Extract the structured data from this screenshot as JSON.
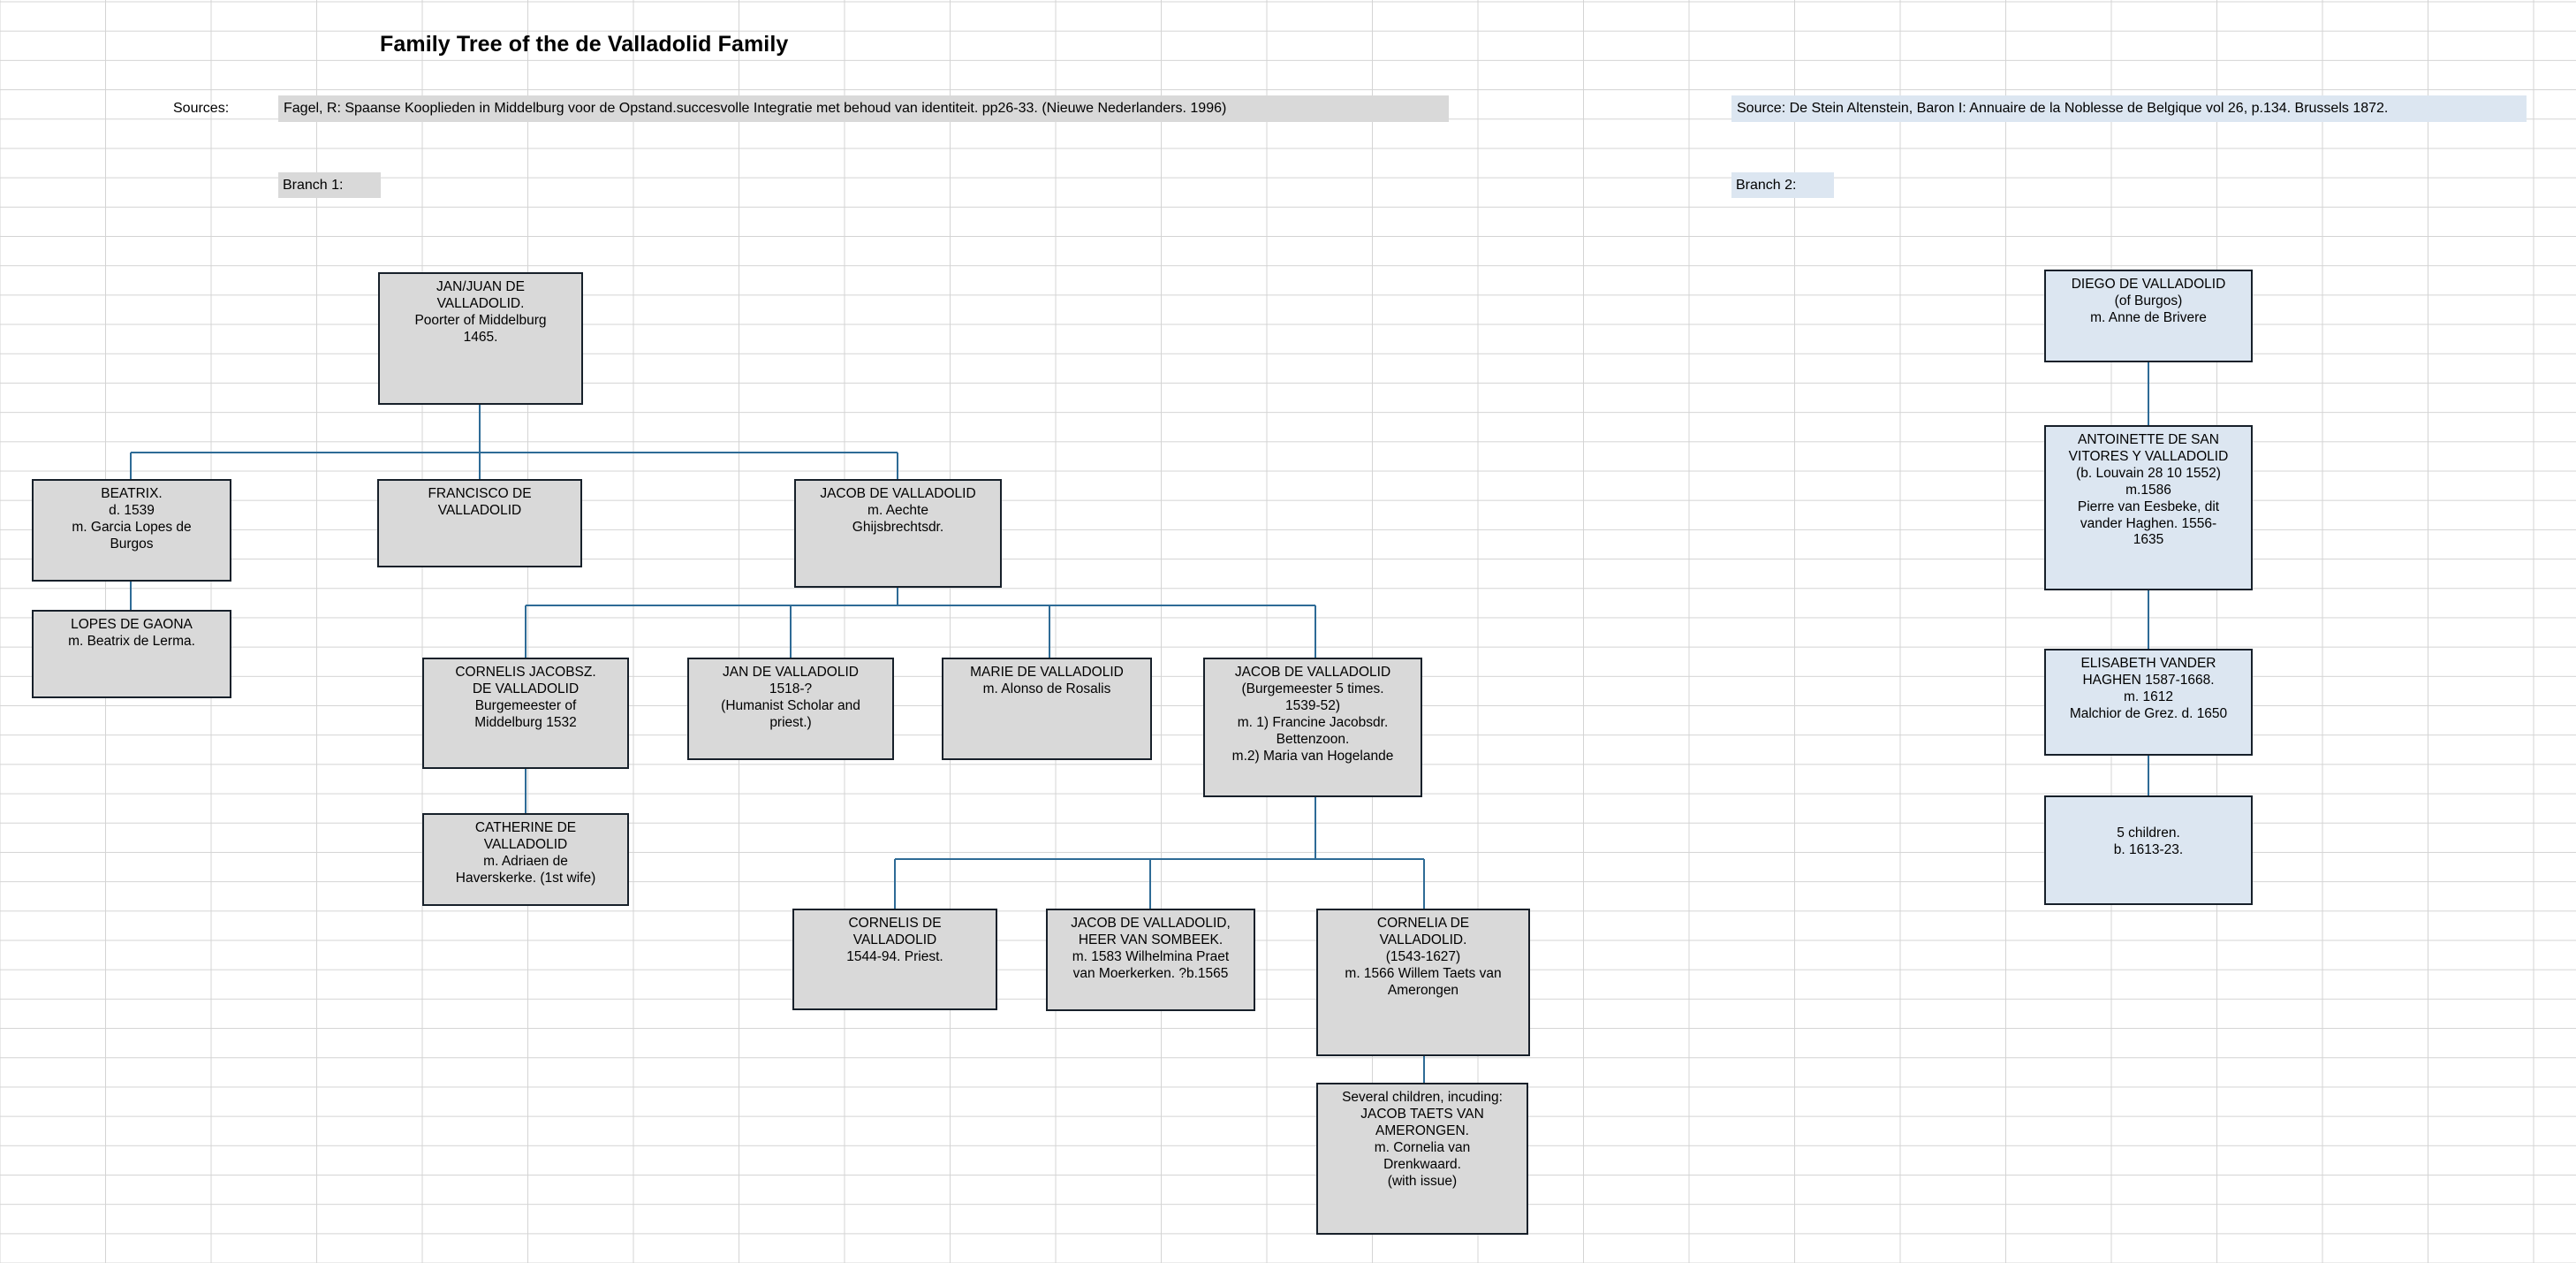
{
  "page": {
    "title": "Family Tree of the de Valladolid Family",
    "sources_label": "Sources:",
    "source_left": "Fagel, R: Spaanse Kooplieden in Middelburg voor de Opstand.succesvolle Integratie met behoud van identiteit. pp26-33. (Nieuwe Nederlanders. 1996)",
    "source_right": "Source: De Stein Altenstein, Baron I: Annuaire de la Noblesse de Belgique vol 26, p.134. Brussels 1872.",
    "branch1_label": "Branch 1:",
    "branch2_label": "Branch 2:"
  },
  "colors": {
    "branch1_fill": "#d9d9d9",
    "branch2_fill": "#dce6f1",
    "box_border": "#17202a",
    "connector": "#2e6b96",
    "gridline": "#d4d4d4"
  },
  "branch1": {
    "nodes": [
      {
        "id": "jan-juan-de-valladolid",
        "lines": [
          "JAN/JUAN DE",
          "VALLADOLID.",
          "Poorter of Middelburg",
          "1465."
        ]
      },
      {
        "id": "beatrix",
        "lines": [
          "BEATRIX.",
          "d. 1539",
          "m. Garcia Lopes de",
          "Burgos"
        ]
      },
      {
        "id": "lopes-de-gaona",
        "lines": [
          "LOPES DE GAONA",
          "m. Beatrix de Lerma."
        ]
      },
      {
        "id": "francisco-de-valladolid",
        "lines": [
          "FRANCISCO DE",
          "VALLADOLID"
        ]
      },
      {
        "id": "jacob-de-valladolid",
        "lines": [
          "JACOB DE VALLADOLID",
          "m. Aechte",
          "Ghijsbrechtsdr."
        ]
      },
      {
        "id": "cornelis-jacobsz-de-valladolid",
        "lines": [
          "CORNELIS JACOBSZ.",
          "DE VALLADOLID",
          "Burgemeester of",
          "Middelburg 1532"
        ]
      },
      {
        "id": "catherine-de-valladolid",
        "lines": [
          "CATHERINE DE",
          "VALLADOLID",
          "m. Adriaen de",
          "Haverskerke. (1st wife)"
        ]
      },
      {
        "id": "jan-de-valladolid",
        "lines": [
          "JAN DE VALLADOLID",
          "1518-?",
          "(Humanist Scholar and",
          "priest.)"
        ]
      },
      {
        "id": "marie-de-valladolid",
        "lines": [
          "MARIE DE  VALLADOLID",
          "m. Alonso de Rosalis"
        ]
      },
      {
        "id": "jacob-de-valladolid-burgemeester",
        "lines": [
          "JACOB DE VALLADOLID",
          "(Burgemeester 5 times.",
          "1539-52)",
          "m. 1) Francine Jacobsdr.",
          "Bettenzoon.",
          "m.2) Maria van Hogelande"
        ]
      },
      {
        "id": "cornelis-de-valladolid",
        "lines": [
          "CORNELIS DE",
          "VALLADOLID",
          "1544-94. Priest."
        ]
      },
      {
        "id": "jacob-de-valladolid-sombeek",
        "lines": [
          "JACOB DE VALLADOLID,",
          "HEER VAN SOMBEEK.",
          "m. 1583 Wilhelmina Praet",
          "van Moerkerken. ?b.1565"
        ]
      },
      {
        "id": "cornelia-de-valladolid",
        "lines": [
          "CORNELIA DE",
          "VALLADOLID.",
          "(1543-1627)",
          "m. 1566 Willem Taets van",
          "Amerongen"
        ]
      },
      {
        "id": "several-children-taets",
        "lines": [
          "Several children, incuding:",
          "JACOB TAETS VAN",
          "AMERONGEN.",
          "m. Cornelia van",
          "Drenkwaard.",
          "(with issue)"
        ]
      }
    ]
  },
  "branch2": {
    "nodes": [
      {
        "id": "diego-de-valladolid",
        "lines": [
          "DIEGO DE VALLADOLID",
          "(of Burgos)",
          "m. Anne de Brivere"
        ]
      },
      {
        "id": "antoinette-de-san-vitores",
        "lines": [
          "ANTOINETTE DE SAN",
          "VITORES Y VALLADOLID",
          "(b. Louvain 28 10 1552)",
          "m.1586",
          "Pierre van Eesbeke, dit",
          "vander Haghen.  1556-",
          "1635"
        ]
      },
      {
        "id": "elisabeth-vander-haghen",
        "lines": [
          "ELISABETH VANDER",
          "HAGHEN 1587-1668.",
          "m. 1612",
          "Malchior de Grez. d. 1650"
        ]
      },
      {
        "id": "five-children",
        "lines": [
          "5 children.",
          "b. 1613-23."
        ]
      }
    ]
  }
}
